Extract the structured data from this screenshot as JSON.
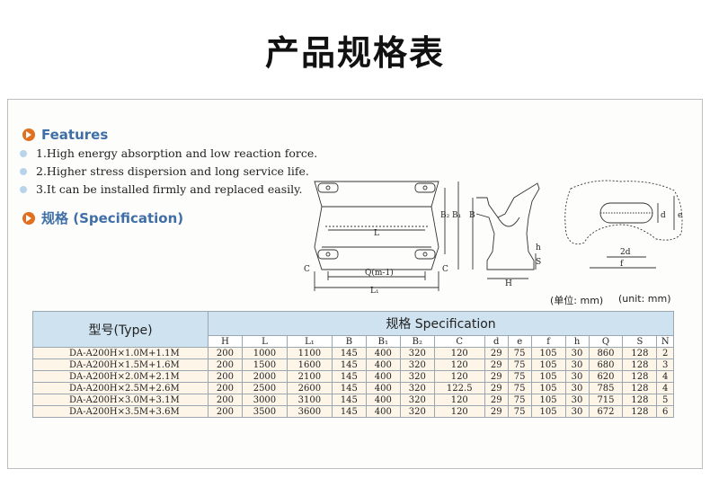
{
  "page_title": "产品规格表",
  "features": {
    "title": "Features",
    "items": [
      "1.High energy absorption and low reaction force.",
      "2.Higher stress dispersion and long service life.",
      "3.It can be installed firmly and replaced easily."
    ]
  },
  "spec_section": {
    "title": "规格 (Specification)"
  },
  "diagram_labels": {
    "L": "L",
    "Qm1": "Q(m-1)",
    "L1": "L₁",
    "C": "C",
    "B2": "B₂",
    "B1": "B₁",
    "B": "B",
    "S": "S",
    "H": "H",
    "h": "h",
    "d": "d",
    "e": "e",
    "d2": "2d",
    "f": "f"
  },
  "units": {
    "cn": "(单位: mm)",
    "en": "(unit: mm)"
  },
  "table": {
    "type_header": "型号(Type)",
    "spec_header": "规格 Specification",
    "columns": [
      "H",
      "L",
      "L₁",
      "B",
      "B₁",
      "B₂",
      "C",
      "d",
      "e",
      "f",
      "h",
      "Q",
      "S",
      "N"
    ],
    "rows": [
      {
        "type": "DA-A200H×1.0M+1.1M",
        "values": [
          "200",
          "1000",
          "1100",
          "145",
          "400",
          "320",
          "120",
          "29",
          "75",
          "105",
          "30",
          "860",
          "128",
          "2"
        ]
      },
      {
        "type": "DA-A200H×1.5M+1.6M",
        "values": [
          "200",
          "1500",
          "1600",
          "145",
          "400",
          "320",
          "120",
          "29",
          "75",
          "105",
          "30",
          "680",
          "128",
          "3"
        ]
      },
      {
        "type": "DA-A200H×2.0M+2.1M",
        "values": [
          "200",
          "2000",
          "2100",
          "145",
          "400",
          "320",
          "120",
          "29",
          "75",
          "105",
          "30",
          "620",
          "128",
          "4"
        ]
      },
      {
        "type": "DA-A200H×2.5M+2.6M",
        "values": [
          "200",
          "2500",
          "2600",
          "145",
          "400",
          "320",
          "122.5",
          "29",
          "75",
          "105",
          "30",
          "785",
          "128",
          "4"
        ]
      },
      {
        "type": "DA-A200H×3.0M+3.1M",
        "values": [
          "200",
          "3000",
          "3100",
          "145",
          "400",
          "320",
          "120",
          "29",
          "75",
          "105",
          "30",
          "715",
          "128",
          "5"
        ]
      },
      {
        "type": "DA-A200H×3.5M+3.6M",
        "values": [
          "200",
          "3500",
          "3600",
          "145",
          "400",
          "320",
          "120",
          "29",
          "75",
          "105",
          "30",
          "672",
          "128",
          "6"
        ]
      }
    ]
  }
}
